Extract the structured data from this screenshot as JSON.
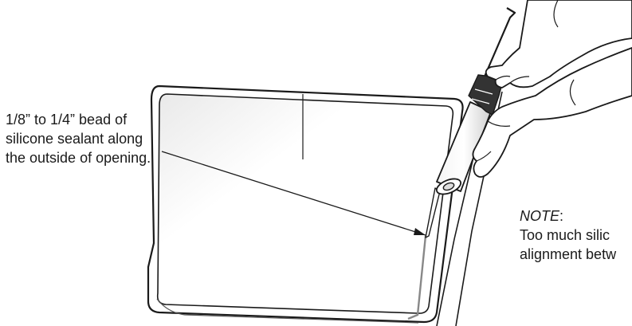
{
  "callout": {
    "lines": [
      "1/8” to 1/4” bead of",
      "silicone sealant along",
      "the outside of opening."
    ]
  },
  "note": {
    "heading": "NOTE",
    "heading_suffix": ":",
    "lines": [
      "Too much silic",
      "alignment betw"
    ]
  },
  "illustration": {
    "subject": "hands-holding-caulk-gun",
    "line_color": "#1a1a1a",
    "fill_color": "#ffffff"
  }
}
